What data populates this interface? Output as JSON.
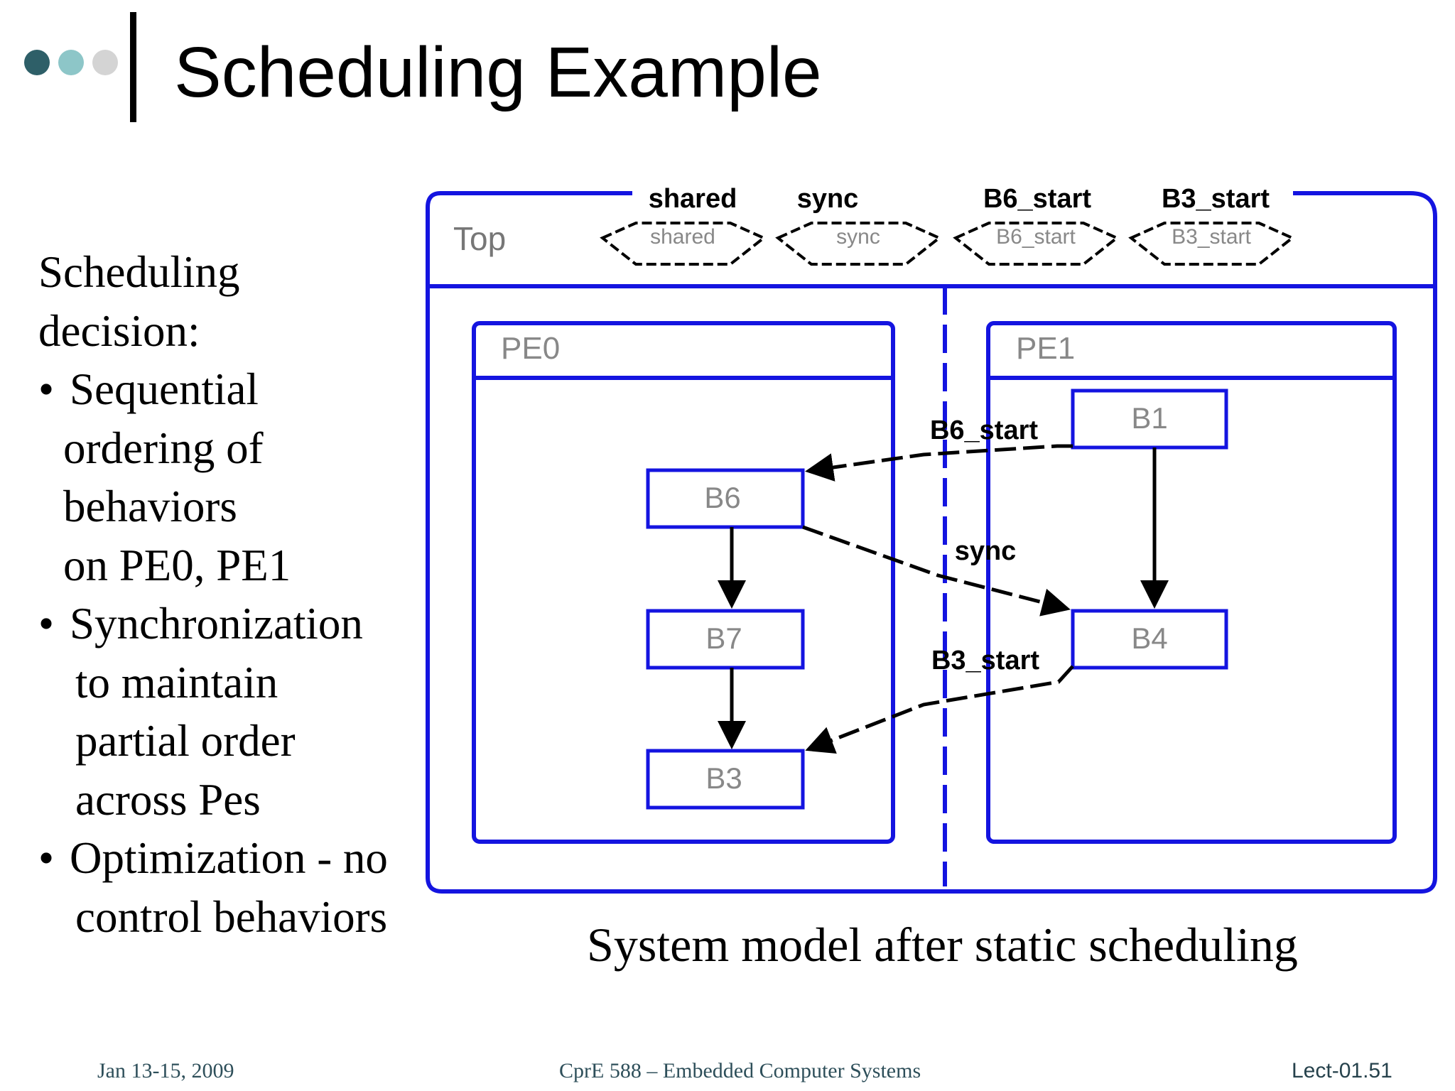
{
  "slide": {
    "title": "Scheduling Example",
    "body_lines": [
      "Scheduling",
      "decision:",
      "Sequential",
      "ordering of",
      "behaviors",
      "on PE0, PE1",
      "Synchronization",
      "to maintain",
      "partial order",
      "across Pes",
      "Optimization - no",
      "control behaviors"
    ],
    "caption": "System model after static scheduling"
  },
  "diagram": {
    "top_label": "Top",
    "variables": [
      {
        "header": "shared",
        "inner": "shared"
      },
      {
        "header": "sync",
        "inner": "sync"
      },
      {
        "header": "B6_start",
        "inner": "B6_start"
      },
      {
        "header": "B3_start",
        "inner": "B3_start"
      }
    ],
    "pe0_label": "PE0",
    "pe1_label": "PE1",
    "blocks": {
      "b1": "B1",
      "b6": "B6",
      "b7": "B7",
      "b3": "B3",
      "b4": "B4"
    },
    "channels": {
      "b6_start": "B6_start",
      "sync": "sync",
      "b3_start": "B3_start"
    },
    "colors": {
      "box": "#1414e0",
      "arrow": "#000000",
      "inner_label": "#777777"
    }
  },
  "footer": {
    "date": "Jan 13-15, 2009",
    "course": "CprE 588 – Embedded Computer Systems",
    "lecture": "Lect-01.51"
  }
}
